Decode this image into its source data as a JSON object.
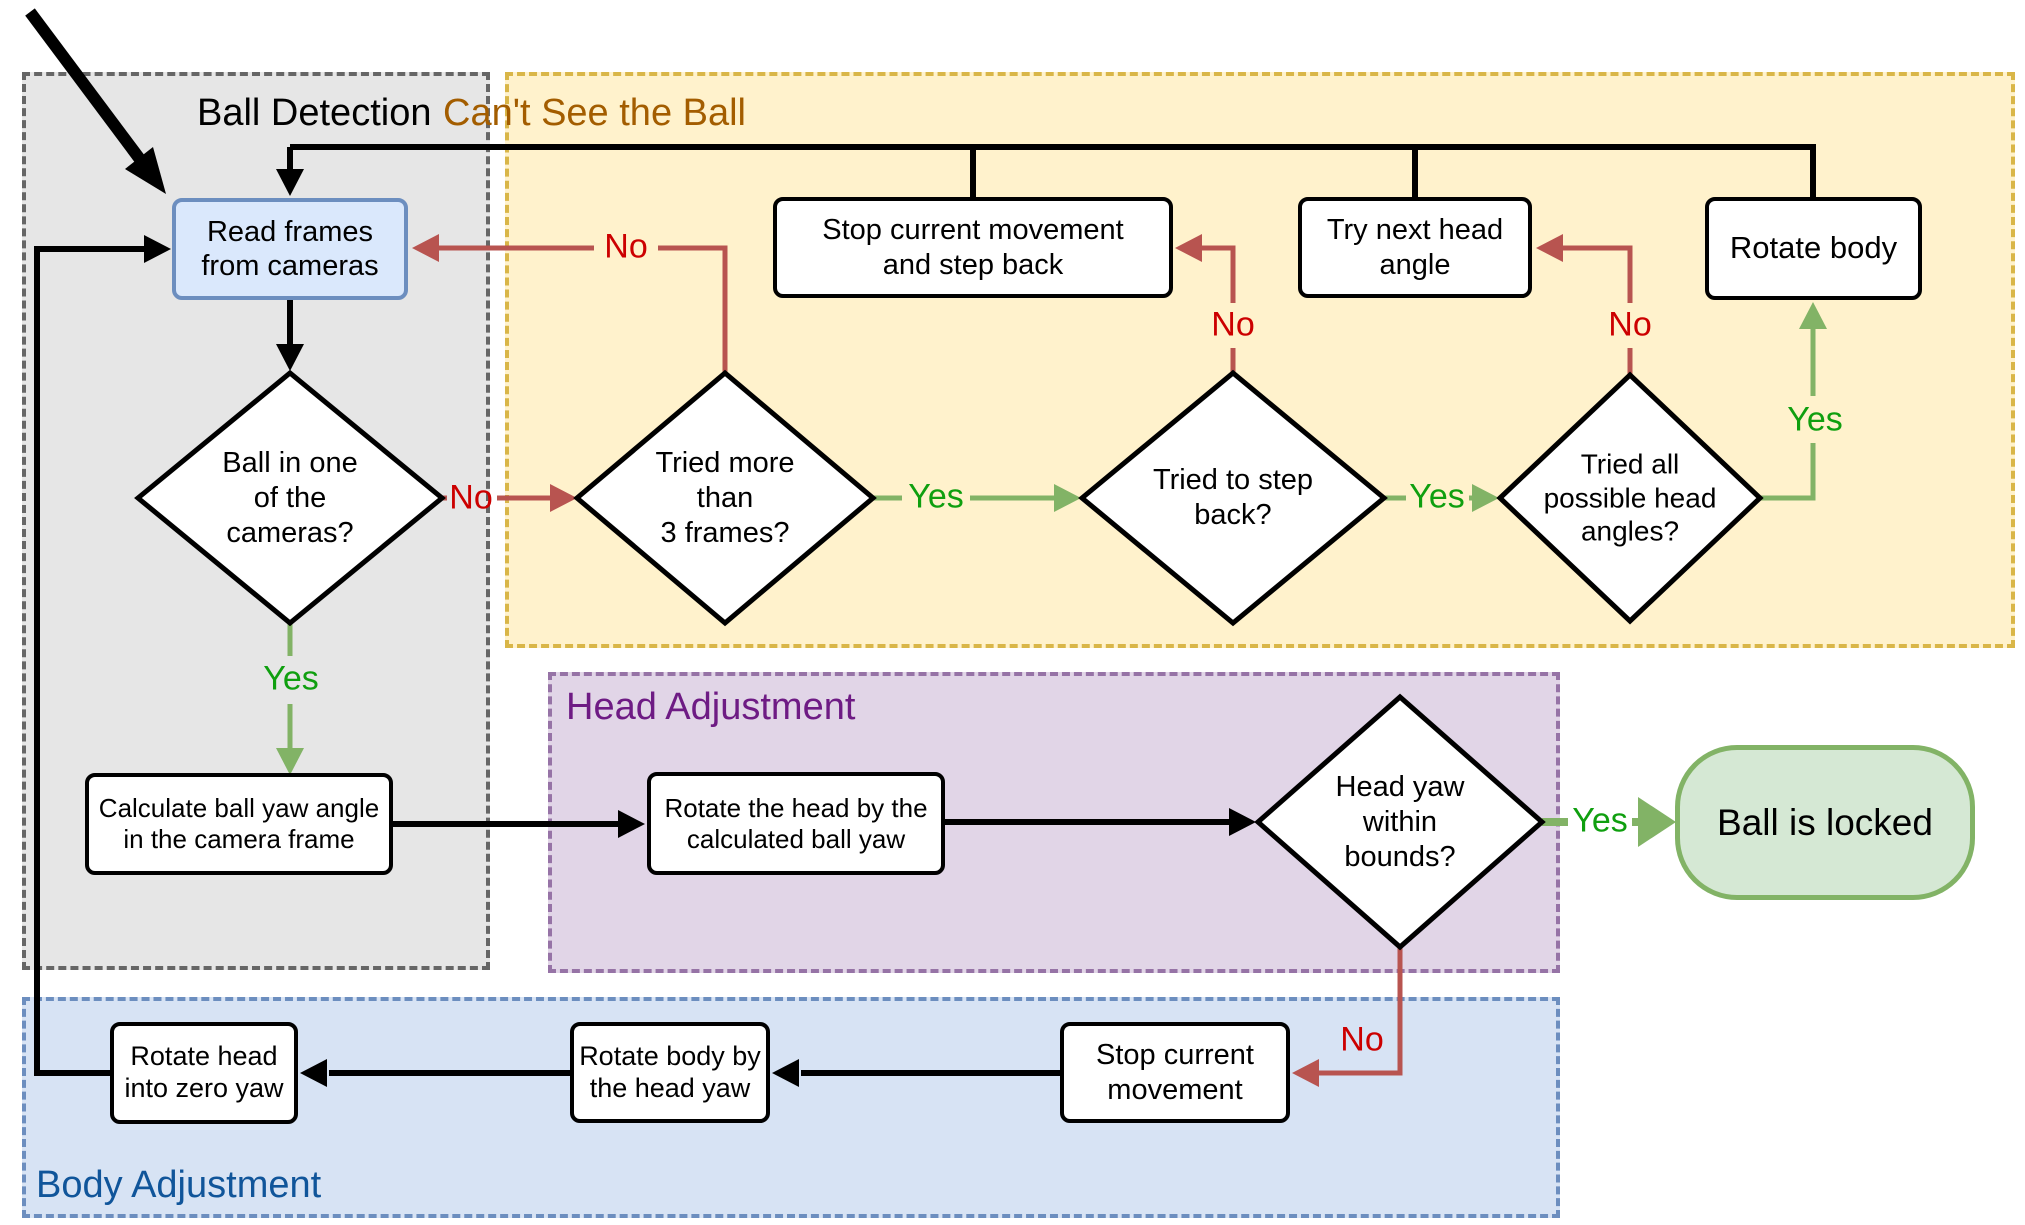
{
  "regions": {
    "ball_detection": {
      "title": "Ball Detection"
    },
    "cant_see_ball": {
      "title": "Can't See the Ball"
    },
    "head_adjustment": {
      "title": "Head Adjustment"
    },
    "body_adjustment": {
      "title": "Body Adjustment"
    }
  },
  "nodes": {
    "read_frames": "Read frames\nfrom cameras",
    "stop_step_back": "Stop current movement\nand step back",
    "try_next_head": "Try next head\nangle",
    "rotate_body": "Rotate body",
    "calc_yaw": "Calculate ball yaw angle\nin the camera frame",
    "rotate_head_by": "Rotate the head by the\ncalculated ball yaw",
    "ball_locked": "Ball is locked",
    "stop_current": "Stop current\nmovement",
    "rotate_body_by": "Rotate body by\nthe head yaw",
    "rotate_head_zero": "Rotate head\ninto zero yaw"
  },
  "decisions": {
    "ball_in_cameras": "Ball in one\nof the\ncameras?",
    "tried_3_frames": "Tried more\nthan\n3 frames?",
    "tried_step_back": "Tried to step\nback?",
    "tried_all_angles": "Tried all\npossible head\nangles?",
    "head_yaw_bounds": "Head yaw\nwithin\nbounds?"
  },
  "edge_labels": {
    "yes": "Yes",
    "no": "No"
  },
  "colors": {
    "ball_detection_fill": "#e6e6e6",
    "ball_detection_border": "#666666",
    "ball_detection_title": "#000000",
    "cant_see_fill": "#fff2cc",
    "cant_see_border": "#d9b648",
    "cant_see_title": "#a35d00",
    "head_adjustment_fill": "#e1d5e7",
    "head_adjustment_border": "#9673a6",
    "head_adjustment_title": "#6e1b84",
    "body_adjustment_fill": "#d7e3f4",
    "body_adjustment_border": "#6c8ebf",
    "body_adjustment_title": "#10559a",
    "read_frames_fill": "#dae8fc",
    "read_frames_border": "#6c8ebf",
    "ball_locked_fill": "#d5e8d4",
    "ball_locked_border": "#82b366",
    "black_line": "#000000",
    "no_line": "#b85450",
    "yes_line": "#82b366",
    "no_label": "#cc0000",
    "yes_label": "#0f9f0f"
  }
}
